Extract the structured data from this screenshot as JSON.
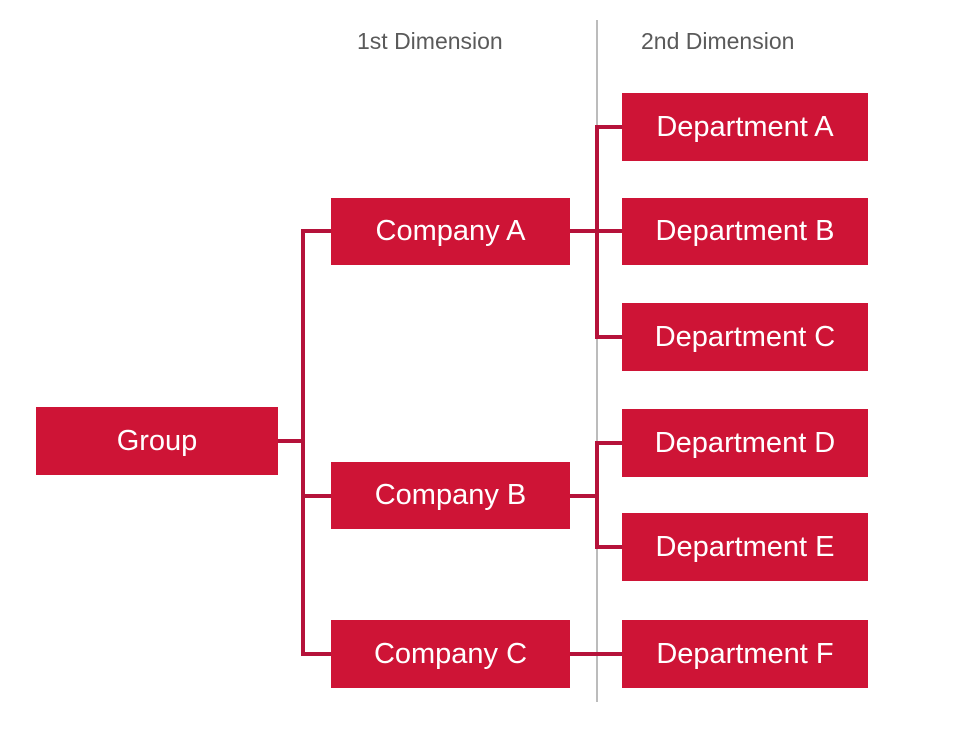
{
  "diagram": {
    "title": "Two-dimensional group structure hierarchy",
    "background_color": "#ffffff",
    "node_color": "#ce1436",
    "node_text_color": "#ffffff",
    "connector_color": "#b5123a",
    "divider_color": "#bcbcbc",
    "header_text_color": "#5a5a5a"
  },
  "headers": {
    "dimension_1": "1st Dimension",
    "dimension_2": "2nd Dimension"
  },
  "root": {
    "label": "Group"
  },
  "dimension_1_nodes": [
    {
      "label": "Company A"
    },
    {
      "label": "Company B"
    },
    {
      "label": "Company C"
    }
  ],
  "dimension_2_nodes": [
    {
      "label": "Department A"
    },
    {
      "label": "Department B"
    },
    {
      "label": "Department C"
    },
    {
      "label": "Department D"
    },
    {
      "label": "Department E"
    },
    {
      "label": "Department F"
    }
  ],
  "relationships": [
    {
      "parent": "Group",
      "child": "Company A"
    },
    {
      "parent": "Group",
      "child": "Company B"
    },
    {
      "parent": "Group",
      "child": "Company C"
    },
    {
      "parent": "Company A",
      "child": "Department A"
    },
    {
      "parent": "Company A",
      "child": "Department B"
    },
    {
      "parent": "Company A",
      "child": "Department C"
    },
    {
      "parent": "Company B",
      "child": "Department D"
    },
    {
      "parent": "Company B",
      "child": "Department E"
    },
    {
      "parent": "Company C",
      "child": "Department F"
    }
  ]
}
